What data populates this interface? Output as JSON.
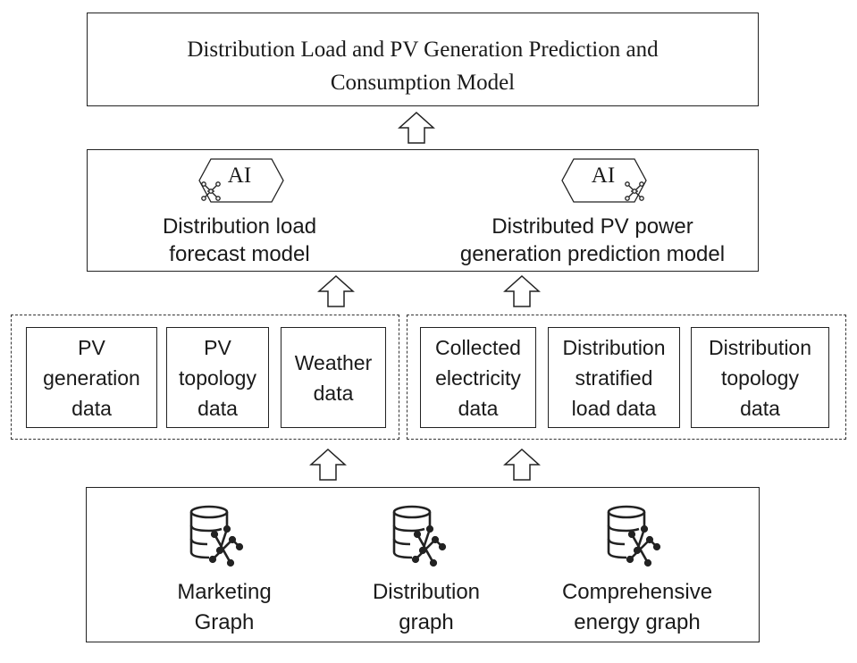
{
  "title": {
    "line1": "Distribution Load and PV Generation Prediction and",
    "line2": "Consumption Model"
  },
  "models": {
    "ai_label": "AI",
    "left": {
      "line1": "Distribution load",
      "line2": "forecast model"
    },
    "right": {
      "line1": "Distributed PV power",
      "line2": "generation prediction model"
    }
  },
  "data_groups": {
    "left": [
      {
        "text": "PV\ngeneration\ndata"
      },
      {
        "text": "PV\ntopology\ndata"
      },
      {
        "text": "Weather\ndata"
      }
    ],
    "right": [
      {
        "text": "Collected\nelectricity\ndata"
      },
      {
        "text": "Distribution\nstratified\nload data"
      },
      {
        "text": "Distribution\ntopology\ndata"
      }
    ]
  },
  "graphs": [
    {
      "label": "Marketing\nGraph"
    },
    {
      "label": "Distribution\ngraph"
    },
    {
      "label": "Comprehensive\nenergy graph"
    }
  ]
}
